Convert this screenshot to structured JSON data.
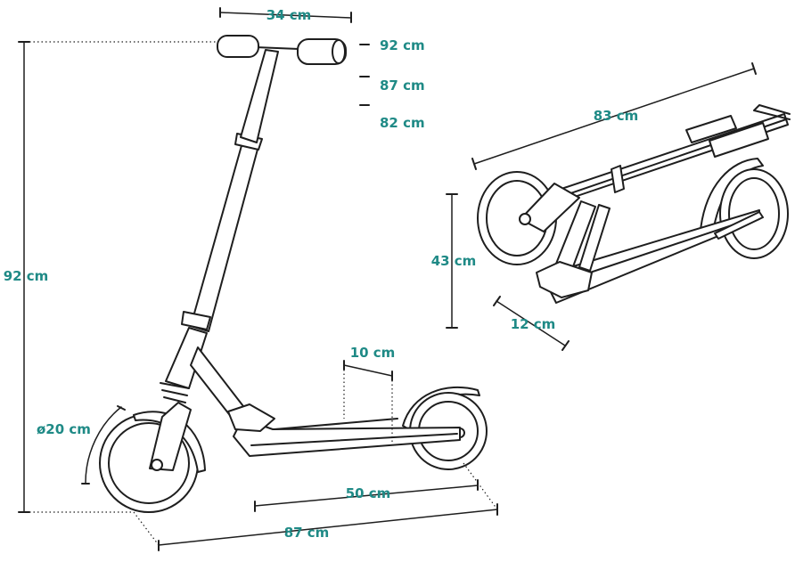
{
  "colors": {
    "label": "#1f8a86",
    "line": "#1e1e1e",
    "background": "#ffffff"
  },
  "dimensions": {
    "handlebar_width": "34 cm",
    "height_max": "92 cm",
    "height_mid": "87 cm",
    "height_min": "82 cm",
    "total_height": "92 cm",
    "wheel_diameter": "ø20 cm",
    "deck_width": "10 cm",
    "deck_length": "50 cm",
    "total_length": "87 cm",
    "folded_length": "83 cm",
    "folded_height": "43 cm",
    "folded_width": "12 cm"
  }
}
